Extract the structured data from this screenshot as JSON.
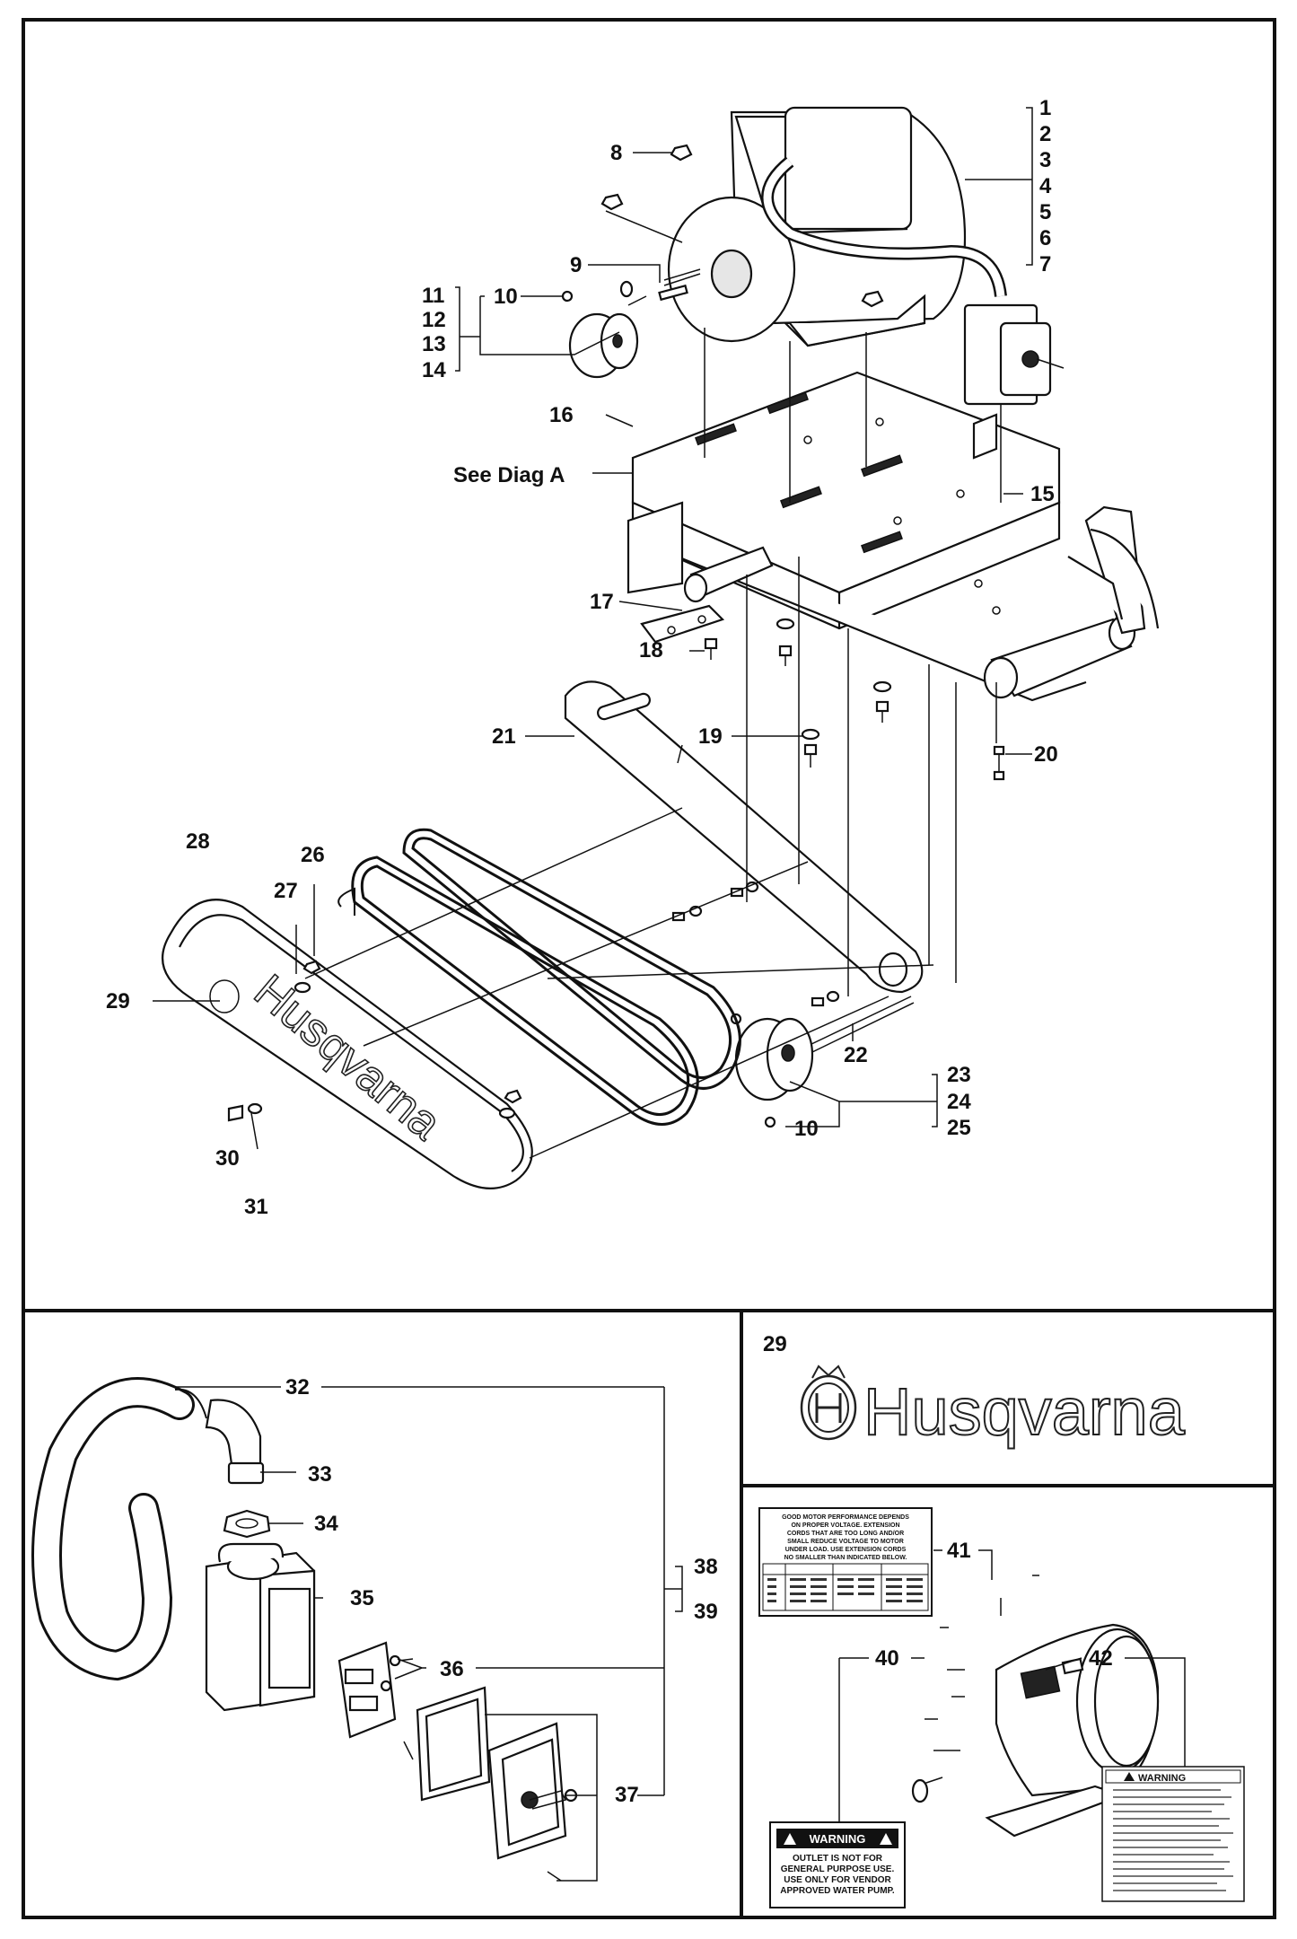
{
  "main_callouts": {
    "c1": "1",
    "c2": "2",
    "c3": "3",
    "c4": "4",
    "c5": "5",
    "c6": "6",
    "c7": "7",
    "c8": "8",
    "c9": "9",
    "c10a": "10",
    "c10b": "10",
    "c11": "11",
    "c12": "12",
    "c13": "13",
    "c14": "14",
    "c15": "15",
    "c16": "16",
    "c17": "17",
    "c18": "18",
    "c19": "19",
    "c20": "20",
    "c21": "21",
    "c22": "22",
    "c23": "23",
    "c24": "24",
    "c25": "25",
    "c26": "26",
    "c27": "27",
    "c28": "28",
    "c29": "29",
    "c30": "30",
    "c31": "31",
    "see_diag": "See Diag A"
  },
  "guard_logo": "Husqvarna",
  "switch_callouts": {
    "c32": "32",
    "c33": "33",
    "c34": "34",
    "c35": "35",
    "c36": "36",
    "c37": "37",
    "c38": "38",
    "c39": "39"
  },
  "decal_panel": {
    "callout": "29",
    "logo": "Husqvarna"
  },
  "label_panel": {
    "c40": "40",
    "c41": "41",
    "c42": "42",
    "voltage_decal_lines": [
      "GOOD MOTOR PERFORMANCE DEPENDS",
      "ON PROPER VOLTAGE. EXTENSION",
      "CORDS THAT ARE TOO LONG AND/OR",
      "SMALL REDUCE VOLTAGE TO MOTOR",
      "UNDER LOAD. USE EXTENSION CORDS",
      "NO SMALLER THAN INDICATED BELOW."
    ],
    "pump_warning_title": "WARNING",
    "pump_warning_lines": [
      "OUTLET IS NOT FOR",
      "GENERAL PURPOSE USE.",
      "USE ONLY FOR VENDOR",
      "APPROVED WATER PUMP."
    ],
    "motor_warning_title": "WARNING"
  }
}
